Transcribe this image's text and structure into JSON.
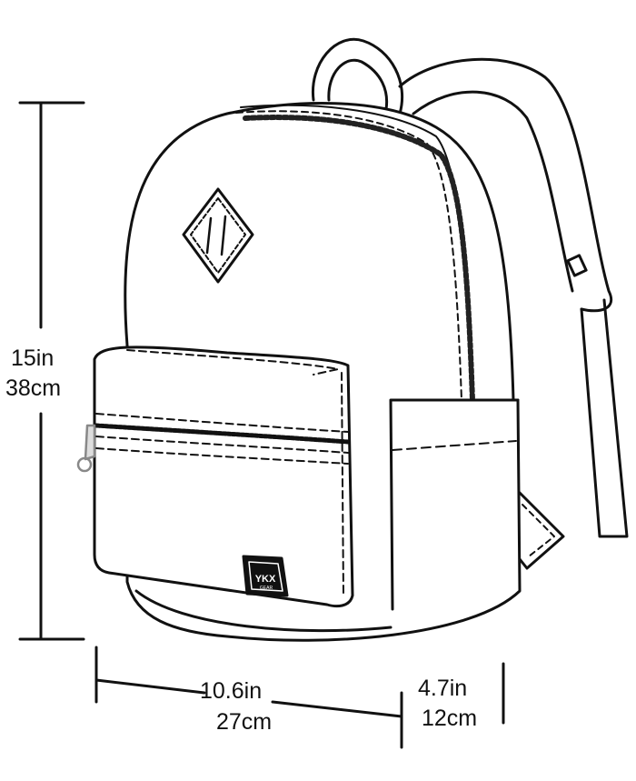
{
  "dimensions": {
    "height": {
      "inches": "15in",
      "cm": "38cm"
    },
    "width": {
      "inches": "10.6in",
      "cm": "27cm"
    },
    "depth": {
      "inches": "4.7in",
      "cm": "12cm"
    }
  },
  "logo_text": "YKX GEAR",
  "colors": {
    "line": "#111111",
    "background": "#ffffff"
  }
}
